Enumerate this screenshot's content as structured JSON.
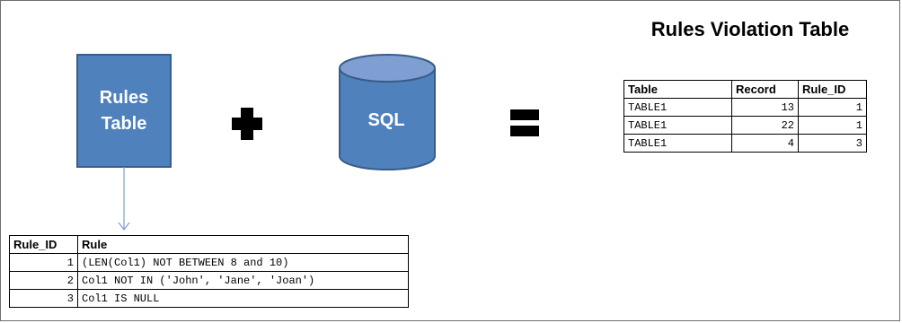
{
  "rules_box": {
    "label": "Rules\nTable"
  },
  "sql_cylinder": {
    "label": "SQL"
  },
  "operators": {
    "plus": "plus-sign",
    "equals": "equals-sign"
  },
  "violation_table": {
    "title": "Rules Violation Table",
    "headers": [
      "Table",
      "Record",
      "Rule_ID"
    ],
    "rows": [
      [
        "TABLE1",
        "13",
        "1"
      ],
      [
        "TABLE1",
        "22",
        "1"
      ],
      [
        "TABLE1",
        "4",
        "3"
      ]
    ]
  },
  "rules_table": {
    "headers": [
      "Rule_ID",
      "Rule"
    ],
    "rows": [
      [
        "1",
        "(LEN(Col1) NOT BETWEEN 8 and 10)"
      ],
      [
        "2",
        "Col1 NOT IN ('John', 'Jane', 'Joan')"
      ],
      [
        "3",
        "Col1 IS NULL"
      ]
    ]
  },
  "colors": {
    "box_fill": "#4f81bd",
    "box_stroke": "#385d8a",
    "arrow": "#7f9fc9"
  }
}
